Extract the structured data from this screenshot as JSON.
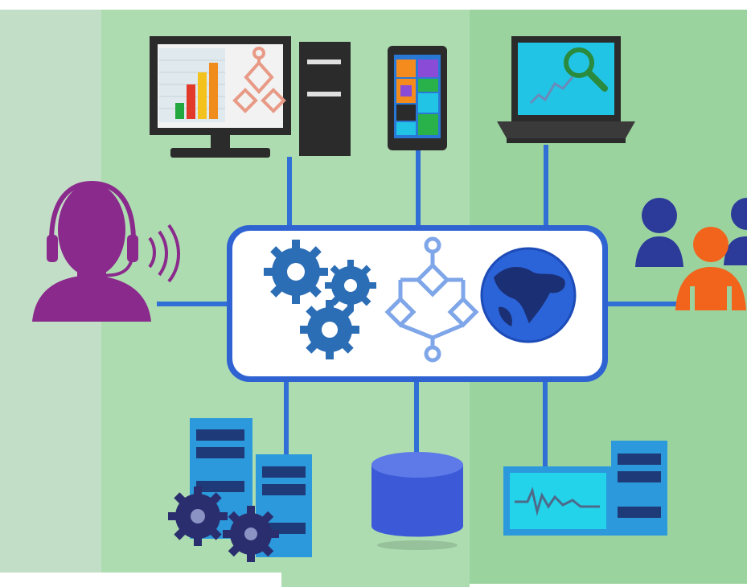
{
  "diagram": {
    "palette": {
      "panel_left": "#c3dec6",
      "panel_mid": "#addcb0",
      "panel_right": "#9bd39f",
      "connector": "#2f6fd6",
      "hub_fill": "#ffffff",
      "hub_border": "#2f63d2",
      "gear_blue": "#2c6eb5",
      "globe_blue": "#2b63d8",
      "purple": "#8a2a8c",
      "navy": "#2c3a9a",
      "orange": "#f2641c",
      "cyan": "#22c4e6",
      "dark": "#2b2b2b",
      "server_blue": "#2b99dc",
      "db_blue": "#3c5ad7"
    },
    "hub": {
      "icons": [
        "gears-icon",
        "workflow-icon",
        "globe-icon"
      ]
    },
    "nodes": [
      {
        "id": "desktop",
        "icon": "desktop-workstation-icon"
      },
      {
        "id": "mobile",
        "icon": "mobile-phone-icon"
      },
      {
        "id": "laptop",
        "icon": "laptop-analytics-icon"
      },
      {
        "id": "support",
        "icon": "call-center-agent-icon"
      },
      {
        "id": "users",
        "icon": "user-group-icon"
      },
      {
        "id": "servers",
        "icon": "server-rack-icon"
      },
      {
        "id": "database",
        "icon": "database-icon"
      },
      {
        "id": "monitor",
        "icon": "monitoring-station-icon"
      }
    ]
  }
}
